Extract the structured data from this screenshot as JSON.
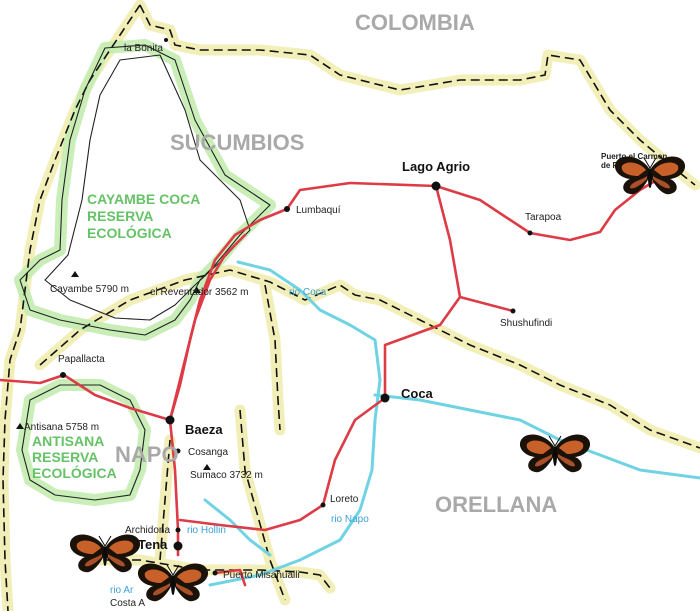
{
  "colors": {
    "road": "#dd3b45",
    "river": "#6fd3e3",
    "border_glow": "#f2efb0",
    "reserve_glow": "#c6eeb0",
    "reserve_text": "#66c266",
    "region_text": "#a9a9a9"
  },
  "regions": {
    "colombia": "COLOMBIA",
    "sucumbios": "SUCUMBIOS",
    "napo": "NAPO",
    "orellana": "ORELLANA"
  },
  "reserves": {
    "cayambe": [
      "CAYAMBE COCA",
      "RESERVA",
      "ECOLÓGICA"
    ],
    "antisana": [
      "ANTISANA",
      "RESERVA",
      "ECOLÓGICA"
    ]
  },
  "towns": {
    "la_bonita": "la Bonita",
    "lumbaqui": "Lumbaquí",
    "lago_agrio": "Lago Agrio",
    "tarapoa": "Tarapoa",
    "puerto_carmen": [
      "Puerto el Carmen",
      "de P"
    ],
    "shushufindi": "Shushufindi",
    "coca": "Coca",
    "papallacta": "Papallacta",
    "baeza": "Baeza",
    "cosanga": "Cosanga",
    "loreto": "Loreto",
    "archidona": "Archidona",
    "tena": "Tena",
    "puerto_misahualli": "Puerto Misahualli",
    "costa": "Costa A"
  },
  "peaks": {
    "cayambe": "Cayambe 5790 m",
    "reventador": "el Reventador 3562 m",
    "antisana": "Antisana 5758 m",
    "sumaco": "Sumaco 3732 m"
  },
  "rivers": {
    "coca": "rio Coca",
    "napo": "rio Napo",
    "hollin": "rio Hollin",
    "arajuno": "rio Ar"
  },
  "icons": [
    "butterfly-icon",
    "peak-icon",
    "town-dot-icon"
  ]
}
